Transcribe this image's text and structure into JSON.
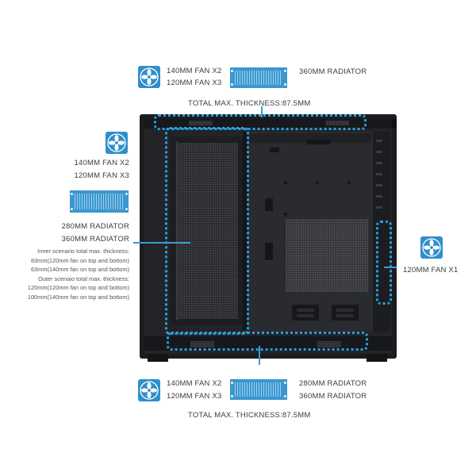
{
  "top": {
    "fan_line1": "140MM FAN X2",
    "fan_line2": "120MM FAN X3",
    "radiator": "360MM RADIATOR",
    "thickness": "TOTAL MAX. THICKNESS:87.5MM"
  },
  "left": {
    "fan_line1": "140MM FAN X2",
    "fan_line2": "120MM FAN X3",
    "radiator_line1": "280MM RADIATOR",
    "radiator_line2": "360MM RADIATOR",
    "notes": [
      "Inner scenario total max. thickness:",
      "83mm(120mm fan on top and bottom)",
      "63mm(140mm fan on top and bottom)",
      "Outer scenaio total max. thickness:",
      "120mm(120mm fan on top and bottom)",
      "100mm(140mm fan on top and bottom)"
    ]
  },
  "right": {
    "fan": "120MM FAN X1"
  },
  "bottom": {
    "fan_line1": "140MM FAN X2",
    "fan_line2": "120MM FAN X3",
    "radiator_line1": "280MM RADIATOR",
    "radiator_line2": "360MM RADIATOR",
    "thickness": "TOTAL MAX. THICKNESS:87.5MM"
  },
  "icons": {
    "fan": "fan-icon",
    "radiator": "radiator-icon"
  },
  "colors": {
    "accent": "#2f8fcb",
    "dotted": "#2a9ee0",
    "case": "#1e1f22"
  }
}
